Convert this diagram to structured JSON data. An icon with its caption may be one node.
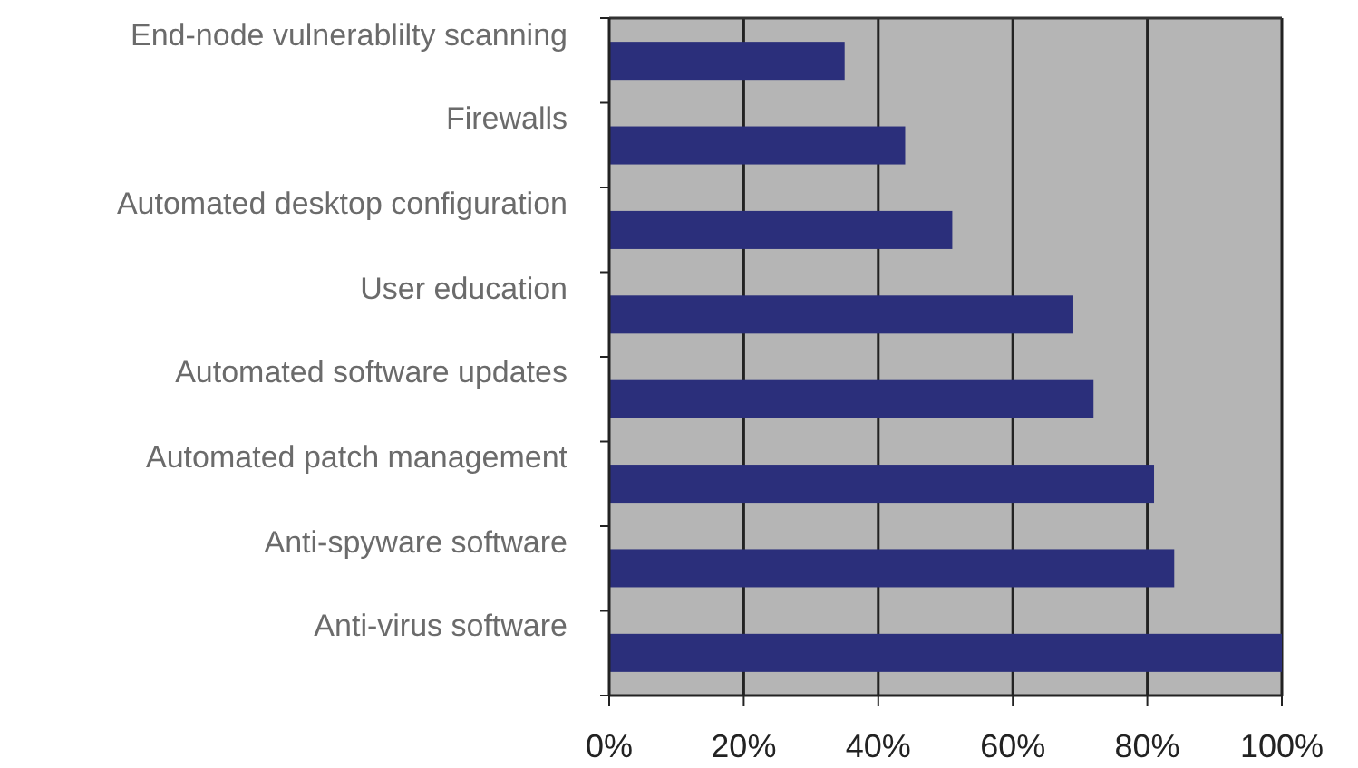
{
  "diagram": {
    "chart_data": {
      "type": "bar",
      "orientation": "horizontal",
      "categories": [
        "End-node vulnerablilty scanning",
        "Firewalls",
        "Automated desktop configuration",
        "User education",
        "Automated software updates",
        "Automated patch management",
        "Anti-spyware software",
        "Anti-virus software"
      ],
      "series": [
        {
          "color": "#2b2f7b",
          "values": [
            35,
            44,
            51,
            69,
            72,
            81,
            84,
            100
          ]
        }
      ],
      "xlim": [
        0,
        100
      ],
      "grid": true,
      "xticks": [
        {
          "value": 0,
          "label": "0%"
        },
        {
          "value": 20,
          "label": "20%"
        },
        {
          "value": 40,
          "label": "40%"
        },
        {
          "value": 60,
          "label": "60%"
        },
        {
          "value": 80,
          "label": "80%"
        },
        {
          "value": 100,
          "label": "100%"
        }
      ]
    }
  }
}
